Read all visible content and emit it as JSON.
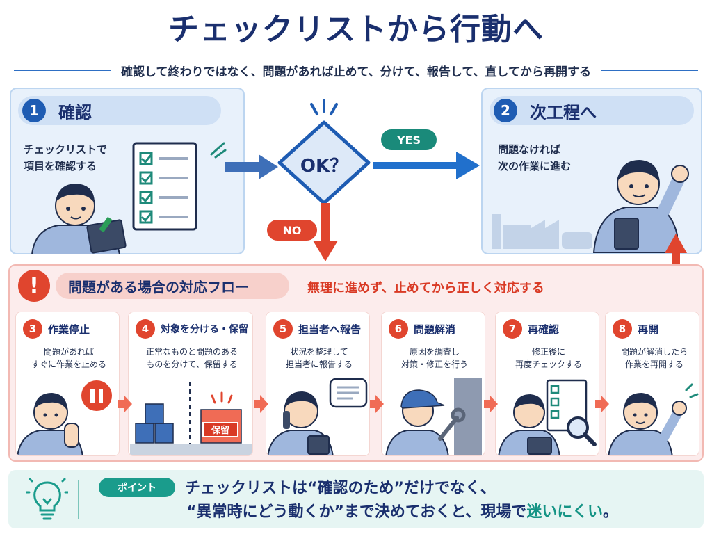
{
  "header": {
    "title": "チェックリストから行動へ",
    "subtitle": "確認して終わりではなく、問題があれば止めて、分けて、報告して、直してから再開する"
  },
  "top": {
    "step1": {
      "num": "1",
      "title": "確認",
      "desc1": "チェックリストで",
      "desc2": "項目を確認する"
    },
    "decision": {
      "label": "OK？",
      "yes": "YES",
      "no": "NO"
    },
    "step2": {
      "num": "2",
      "title": "次工程へ",
      "desc1": "問題なければ",
      "desc2": "次の作業に進む"
    }
  },
  "flow": {
    "icon": "!",
    "title": "問題がある場合の対応フロー",
    "note": "無理に進めず、止めてから正しく対応する",
    "steps": [
      {
        "num": "3",
        "title": "作業停止",
        "desc1": "問題があれば",
        "desc2": "すぐに作業を止める"
      },
      {
        "num": "4",
        "title": "対象を分ける・保留",
        "desc1": "正常なものと問題のある",
        "desc2": "ものを分けて、保留する",
        "tag": "保留"
      },
      {
        "num": "5",
        "title": "担当者へ報告",
        "desc1": "状況を整理して",
        "desc2": "担当者に報告する"
      },
      {
        "num": "6",
        "title": "問題解消",
        "desc1": "原因を調査し",
        "desc2": "対策・修正を行う"
      },
      {
        "num": "7",
        "title": "再確認",
        "desc1": "修正後に",
        "desc2": "再度チェックする"
      },
      {
        "num": "8",
        "title": "再開",
        "desc1": "問題が解消したら",
        "desc2": "作業を再開する"
      }
    ]
  },
  "tip": {
    "badge": "ポイント",
    "line1": "チェックリストは“確認のため”だけでなく、",
    "line2_a": "“異常時にどう動くか”まで決めておくと、現場で",
    "line2_b": "迷いにくい",
    "line2_c": "。"
  },
  "colors": {
    "navy": "#1a2f6e",
    "blue": "#1e5cb3",
    "red": "#e0452e",
    "teal": "#1a9c8c",
    "green": "#1e8a7a"
  }
}
